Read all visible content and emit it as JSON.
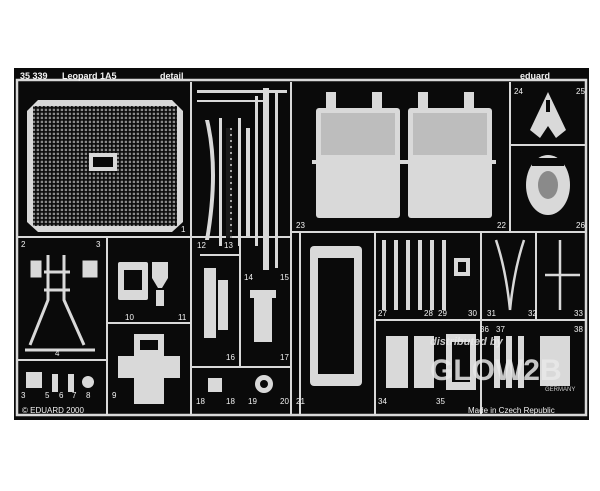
{
  "header": {
    "code": "35 339",
    "title": "Leopard 1A5",
    "subtitle": "detail",
    "brand": "eduard"
  },
  "footer": {
    "copyright": "© EDUARD 2000",
    "origin": "Made in Czech Republic"
  },
  "watermark": {
    "line1": "distributed by",
    "line2": "GLOW2B",
    "line3": "GERMANY"
  },
  "part_numbers": [
    "1",
    "2",
    "3",
    "3",
    "4",
    "5",
    "6",
    "7",
    "8",
    "9",
    "10",
    "11",
    "12",
    "13",
    "14",
    "15",
    "16",
    "17",
    "18",
    "18",
    "19",
    "20",
    "21",
    "22",
    "23",
    "24",
    "25",
    "26",
    "27",
    "28",
    "29",
    "30",
    "31",
    "32",
    "33",
    "34",
    "35",
    "36",
    "37",
    "38"
  ],
  "colors": {
    "fret": "#0a0a0a",
    "metal": "#d9d9d9",
    "background": "#ffffff"
  }
}
